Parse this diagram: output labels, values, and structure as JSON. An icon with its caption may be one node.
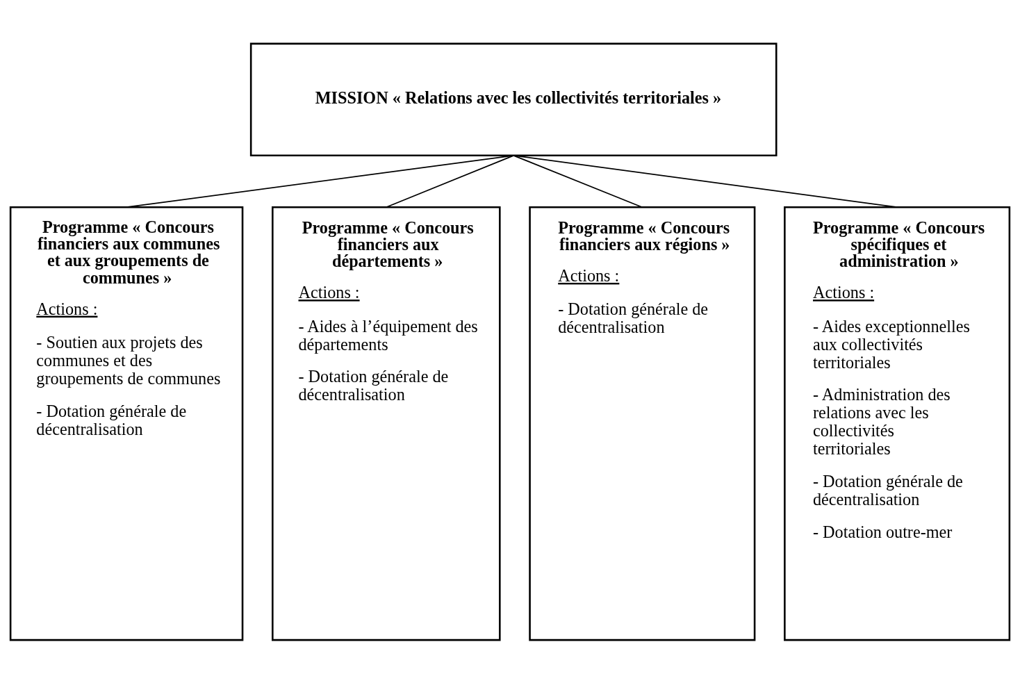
{
  "diagram": {
    "nodes": [
      {
        "text": [
          "MISSION « Relations avec les collectivités territoriales »"
        ]
      },
      {
        "text": [
          "Programme « Concours financiers aux communes et aux groupements de communes »",
          "Actions :",
          "- Soutien aux projets des communes et des groupements de communes",
          "- Dotation générale de décentralisation"
        ]
      },
      {
        "text": [
          "Programme « Concours financiers aux départements »",
          "Actions :",
          "- Aides à l’équipement des départements",
          "- Dotation générale de décentralisation"
        ]
      },
      {
        "text": [
          "Programme « Concours financiers aux régions »",
          "Actions :",
          "- Dotation générale de décentralisation"
        ]
      },
      {
        "text": [
          "Programme « Concours spécifiques et administration »",
          "Actions :",
          "- Aides exceptionnelles aux collectivités territoriales",
          "- Administration des relations avec les collectivités territoriales",
          "- Dotation générale de décentralisation",
          "- Dotation outre-mer"
        ]
      }
    ],
    "edges": [
      {
        "from": 0,
        "to": 1,
        "arrow": "none"
      },
      {
        "from": 0,
        "to": 2,
        "arrow": "none"
      },
      {
        "from": 0,
        "to": 3,
        "arrow": "none"
      },
      {
        "from": 0,
        "to": 4,
        "arrow": "none"
      }
    ]
  }
}
